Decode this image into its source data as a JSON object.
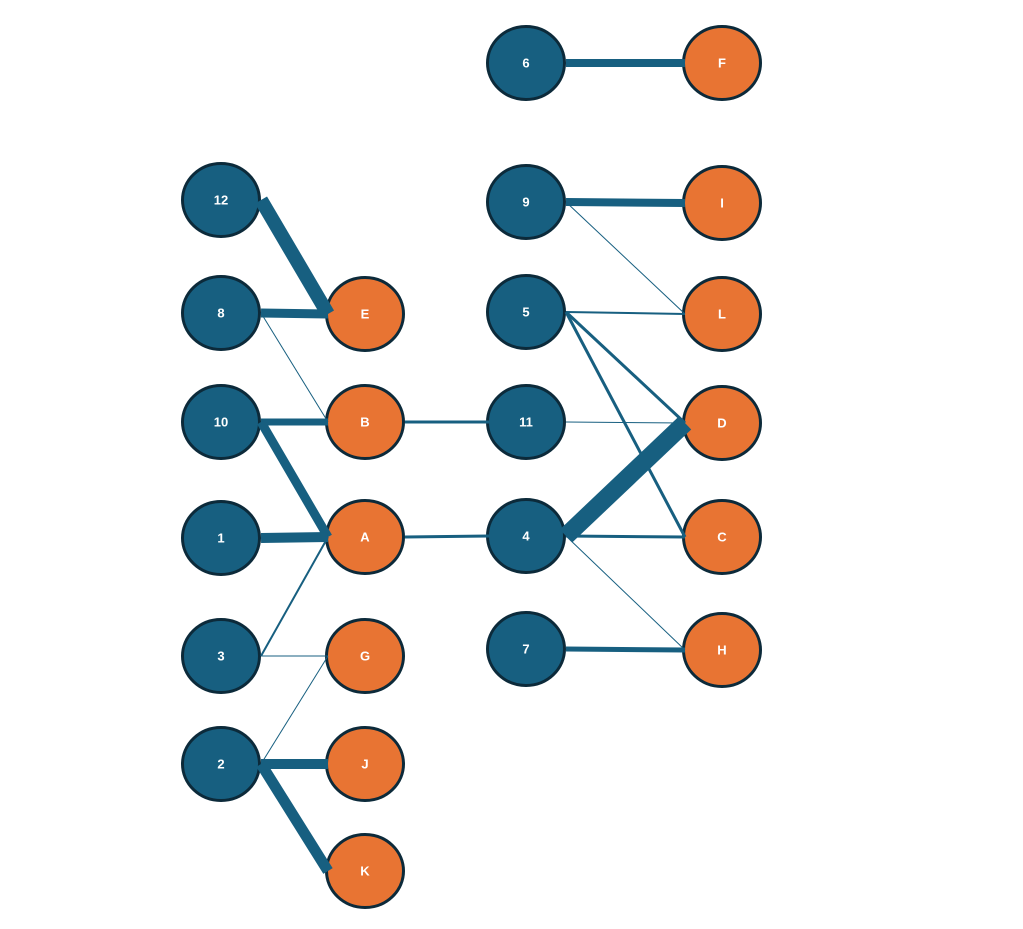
{
  "colors": {
    "source": "#175f80",
    "target": "#e87433",
    "outline": "#0c2a3a",
    "edge": "#175f80"
  },
  "nodes": [
    {
      "id": "6",
      "group": "source"
    },
    {
      "id": "9",
      "group": "source"
    },
    {
      "id": "5",
      "group": "source"
    },
    {
      "id": "11",
      "group": "source"
    },
    {
      "id": "4",
      "group": "source"
    },
    {
      "id": "7",
      "group": "source"
    },
    {
      "id": "12",
      "group": "source"
    },
    {
      "id": "8",
      "group": "source"
    },
    {
      "id": "10",
      "group": "source"
    },
    {
      "id": "1",
      "group": "source"
    },
    {
      "id": "3",
      "group": "source"
    },
    {
      "id": "2",
      "group": "source"
    },
    {
      "id": "F",
      "group": "target"
    },
    {
      "id": "I",
      "group": "target"
    },
    {
      "id": "L",
      "group": "target"
    },
    {
      "id": "D",
      "group": "target"
    },
    {
      "id": "C",
      "group": "target"
    },
    {
      "id": "H",
      "group": "target"
    },
    {
      "id": "E",
      "group": "target"
    },
    {
      "id": "B",
      "group": "target"
    },
    {
      "id": "A",
      "group": "target"
    },
    {
      "id": "G",
      "group": "target"
    },
    {
      "id": "J",
      "group": "target"
    },
    {
      "id": "K",
      "group": "target"
    }
  ],
  "edges": [
    {
      "from": "6",
      "to": "F",
      "weight": 8
    },
    {
      "from": "12",
      "to": "E",
      "weight": 14
    },
    {
      "from": "8",
      "to": "E",
      "weight": 9
    },
    {
      "from": "8",
      "to": "B",
      "weight": 1
    },
    {
      "from": "10",
      "to": "B",
      "weight": 7
    },
    {
      "from": "10",
      "to": "A",
      "weight": 9
    },
    {
      "from": "1",
      "to": "A",
      "weight": 10
    },
    {
      "from": "3",
      "to": "A",
      "weight": 2
    },
    {
      "from": "3",
      "to": "G",
      "weight": 1
    },
    {
      "from": "2",
      "to": "G",
      "weight": 1
    },
    {
      "from": "2",
      "to": "J",
      "weight": 10
    },
    {
      "from": "2",
      "to": "K",
      "weight": 11
    },
    {
      "from": "B",
      "to": "11",
      "weight": 3
    },
    {
      "from": "A",
      "to": "4",
      "weight": 3
    },
    {
      "from": "9",
      "to": "I",
      "weight": 8
    },
    {
      "from": "9",
      "to": "L",
      "weight": 1
    },
    {
      "from": "5",
      "to": "L",
      "weight": 2
    },
    {
      "from": "5",
      "to": "D",
      "weight": 3
    },
    {
      "from": "5",
      "to": "C",
      "weight": 3
    },
    {
      "from": "11",
      "to": "D",
      "weight": 1
    },
    {
      "from": "4",
      "to": "D",
      "weight": 18
    },
    {
      "from": "4",
      "to": "C",
      "weight": 3
    },
    {
      "from": "4",
      "to": "H",
      "weight": 1
    },
    {
      "from": "7",
      "to": "H",
      "weight": 5
    }
  ]
}
